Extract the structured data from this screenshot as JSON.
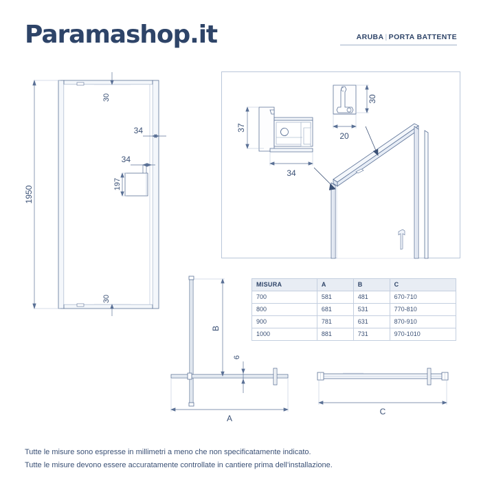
{
  "header": {
    "logo": "Paramashop.it",
    "product_line": "ARUBA",
    "product_divider": "|",
    "product_type": "PORTA BATTENTE"
  },
  "elevation": {
    "name": "door-elevation-front-view",
    "height_dim": "1950",
    "top_gap_dim": "30",
    "bottom_gap_dim": "30",
    "profile_width_dim": "34",
    "handle_offset_dim": "34",
    "handle_height_dim": "197"
  },
  "detail_box": {
    "name": "profile-detail-box",
    "profile_main": {
      "label": "door-jamb-profile-section",
      "height_dim": "37",
      "width_dim": "34"
    },
    "profile_secondary": {
      "label": "glass-clamp-profile-section",
      "height_dim": "30",
      "width_dim": "20"
    },
    "isometric_label": "door-isometric-view"
  },
  "plan_view": {
    "name": "plan-view-top",
    "dim_b": "B",
    "dim_a": "A",
    "dim_6": "6"
  },
  "front_view_c": {
    "name": "front-view-width",
    "dim_c": "C"
  },
  "spec_table": {
    "columns": [
      "MISURA",
      "A",
      "B",
      "C"
    ],
    "rows": [
      [
        "700",
        "581",
        "481",
        "670-710"
      ],
      [
        "800",
        "681",
        "531",
        "770-810"
      ],
      [
        "900",
        "781",
        "631",
        "870-910"
      ],
      [
        "1000",
        "881",
        "731",
        "970-1010"
      ]
    ]
  },
  "footer": {
    "line1": "Tutte le misure sono espresse in millimetri a meno che non specificatamente indicato.",
    "line2": "Tutte le misure devono essere accuratamente controllate in cantiere prima dell’installazione."
  },
  "colors": {
    "brand_navy": "#2e4468",
    "drawing_line": "#5b7196",
    "drawing_light": "#aebdd2",
    "table_header_bg": "#e8edf4",
    "table_border": "#c3cedf"
  }
}
